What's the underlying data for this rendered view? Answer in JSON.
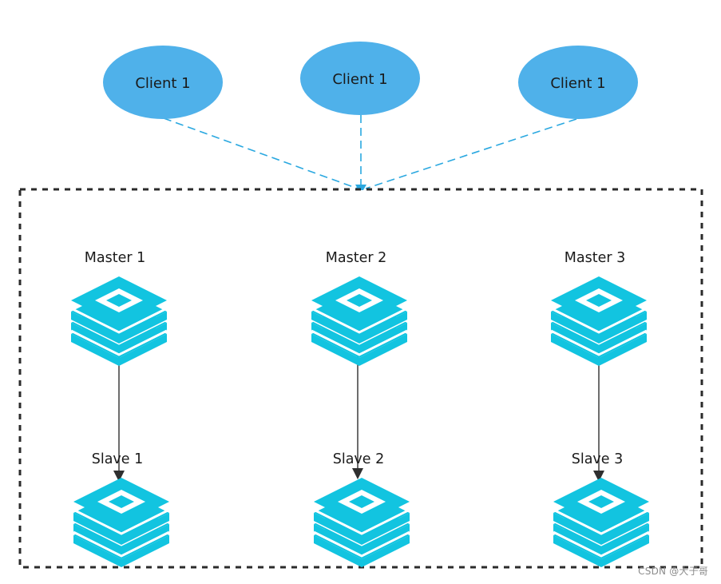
{
  "colors": {
    "client_fill": "#4fb1ea",
    "cube_color": "#12c4e0",
    "dashed_link": "#2aa8e0",
    "cluster_border": "#2b2b2b",
    "arrow": "#2f2f2f"
  },
  "clients": [
    {
      "label": "Client 1"
    },
    {
      "label": "Client 1"
    },
    {
      "label": "Client 1"
    }
  ],
  "cluster": {
    "nodes": [
      {
        "label": "Master 1",
        "icon": "redis-cube-icon"
      },
      {
        "label": "Master 2",
        "icon": "redis-cube-icon"
      },
      {
        "label": "Master 3",
        "icon": "redis-cube-icon"
      },
      {
        "label": "Slave 1",
        "icon": "redis-cube-icon"
      },
      {
        "label": "Slave 2",
        "icon": "redis-cube-icon"
      },
      {
        "label": "Slave 3",
        "icon": "redis-cube-icon"
      }
    ]
  },
  "watermark": "CSDN @大于哥"
}
